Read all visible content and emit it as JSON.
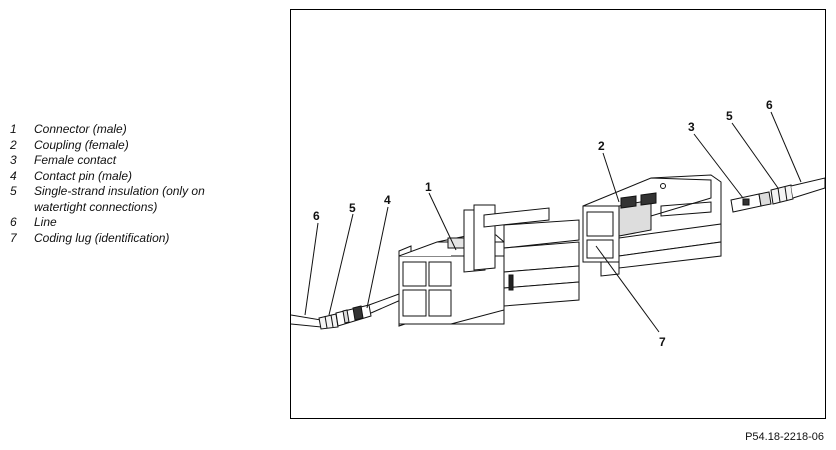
{
  "legend": [
    {
      "num": "1",
      "text": "Connector (male)"
    },
    {
      "num": "2",
      "text": "Coupling (female)"
    },
    {
      "num": "3",
      "text": "Female contact"
    },
    {
      "num": "4",
      "text": "Contact pin (male)"
    },
    {
      "num": "5",
      "text": "Single-strand insulation (only on watertight connections)"
    },
    {
      "num": "6",
      "text": "Line"
    },
    {
      "num": "7",
      "text": "Coding lug (identification)"
    }
  ],
  "callouts": {
    "c1": "1",
    "c2": "2",
    "c3": "3",
    "c4": "4",
    "c5_left": "5",
    "c5_right": "5",
    "c6_left": "6",
    "c6_right": "6",
    "c7": "7"
  },
  "reference_code": "P54.18-2218-06"
}
